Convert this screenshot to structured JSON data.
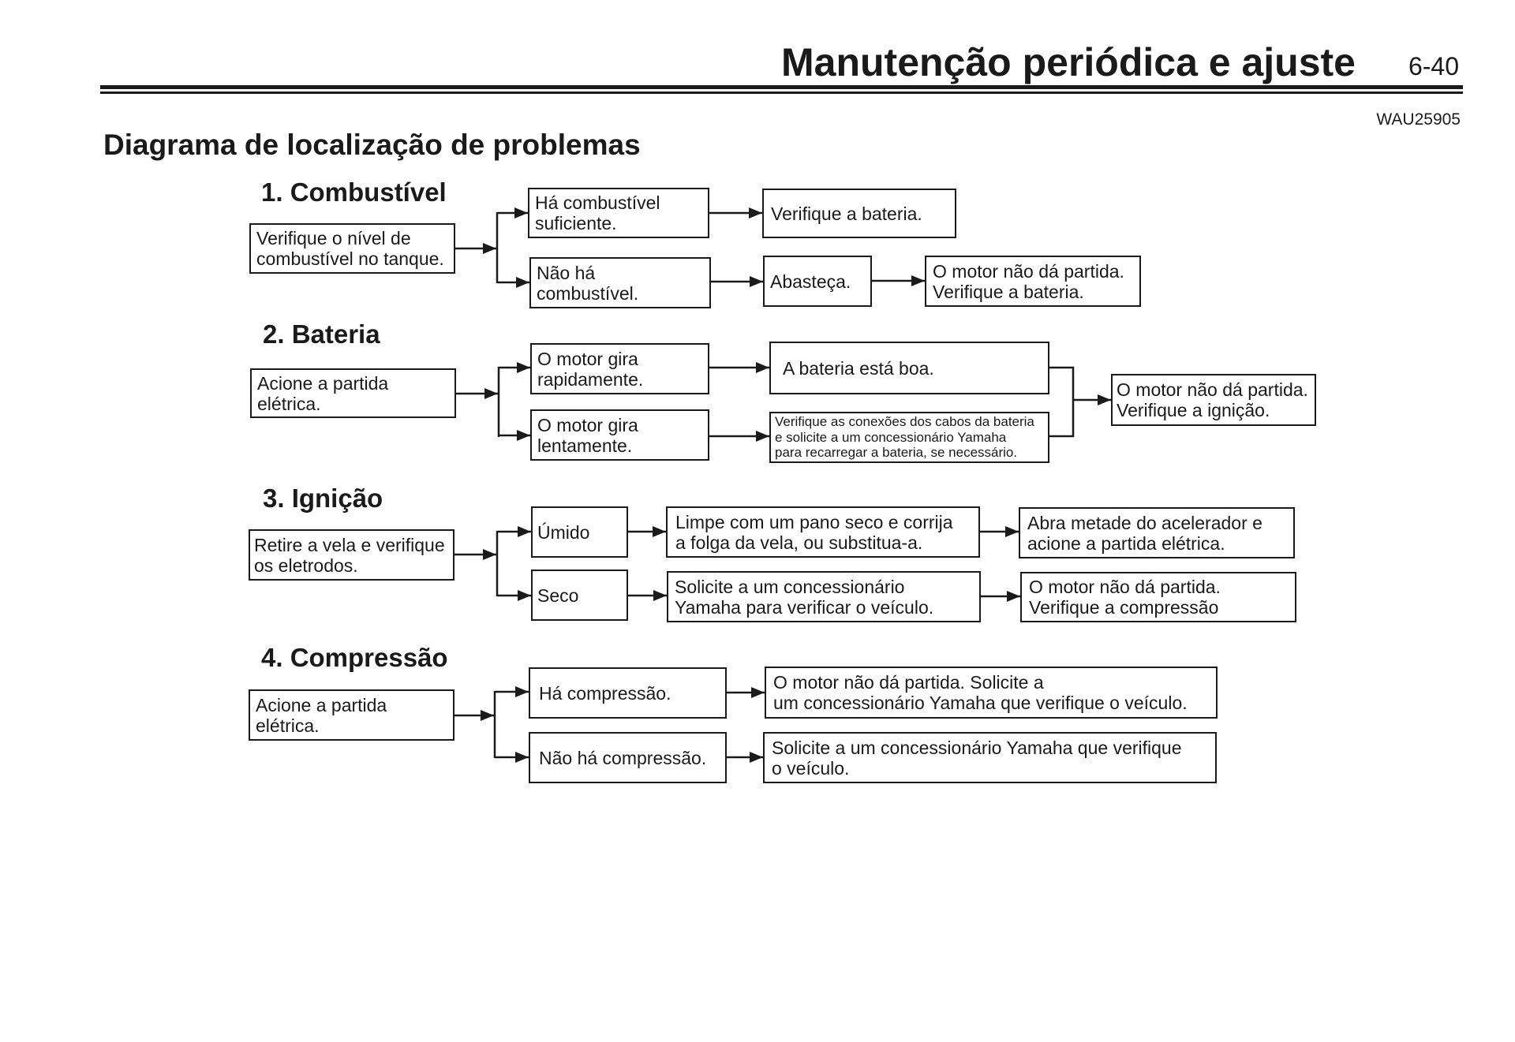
{
  "header": {
    "title": "Manutenção periódica e ajuste",
    "page_number": "6-40",
    "doc_code": "WAU25905"
  },
  "page_title": "Diagrama de localização de problemas",
  "sections": [
    {
      "heading": "1. Combustível",
      "boxes": [
        "Verifique o nível de\ncombustível no tanque.",
        "Há combustível\nsuficiente.",
        "Verifique a bateria.",
        "Não há\ncombustível.",
        "Abasteça.",
        "O motor não dá partida.\nVerifique a bateria."
      ]
    },
    {
      "heading": "2. Bateria",
      "boxes": [
        "Acione a partida\nelétrica.",
        "O motor gira\nrapidamente.",
        "O motor gira\nlentamente.",
        "A bateria está boa.",
        "Verifique as conexões dos cabos da bateria\ne solicite a um concessionário Yamaha\npara recarregar a bateria, se necessário.",
        "O motor não dá partida.\nVerifique a ignição."
      ]
    },
    {
      "heading": "3. Ignição",
      "boxes": [
        "Retire a vela e verifique\nos eletrodos.",
        "Úmido",
        "Seco",
        "Limpe com um pano seco e corrija\na folga da vela, ou substitua-a.",
        "Solicite a um concessionário\nYamaha para verificar o veículo.",
        "Abra metade do acelerador e\nacione a partida elétrica.",
        "O motor não dá partida.\nVerifique a compressão"
      ]
    },
    {
      "heading": "4. Compressão",
      "boxes": [
        "Acione a partida\nelétrica.",
        "Há compressão.",
        "Não há compressão.",
        "O motor não dá partida. Solicite a\num concessionário Yamaha que verifique o veículo.",
        "Solicite a um concessionário Yamaha que verifique\no veículo."
      ]
    }
  ]
}
